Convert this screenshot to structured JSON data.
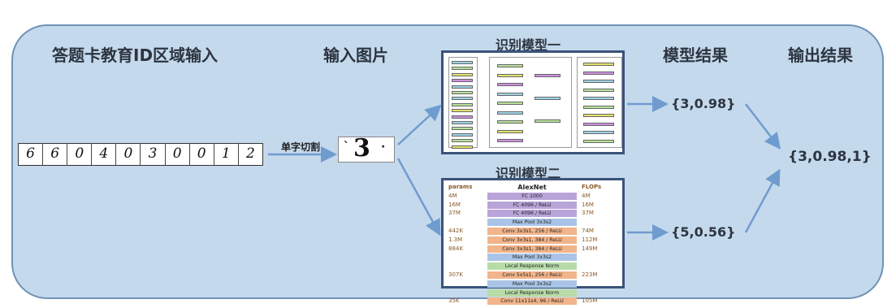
{
  "stages": {
    "input_title": "答题卡教育ID区域输入",
    "image_title": "输入图片",
    "model1_title": "识别模型一",
    "model2_title": "识别模型二",
    "model_result_title": "模型结果",
    "output_title": "输出结果"
  },
  "digit_strip": [
    "6",
    "6",
    "0",
    "4",
    "0",
    "3",
    "0",
    "0",
    "1",
    "2"
  ],
  "cut_label": "单字切割",
  "crop_digit": "3",
  "results": {
    "model1": "{3,0.98}",
    "model2": "{5,0.56}",
    "final": "{3,0.98,1}"
  },
  "alexnet": {
    "header": {
      "left": "params",
      "center": "AlexNet",
      "right": "FLOPs"
    },
    "rows": [
      {
        "left": "4M",
        "label": "FC 1000",
        "right": "4M",
        "color": "#b9a4d9"
      },
      {
        "left": "16M",
        "label": "FC 4096 / ReLU",
        "right": "16M",
        "color": "#b9a4d9"
      },
      {
        "left": "37M",
        "label": "FC 4096 / ReLU",
        "right": "37M",
        "color": "#b9a4d9"
      },
      {
        "left": "",
        "label": "Max Pool 3x3s2",
        "right": "",
        "color": "#a9c4e6"
      },
      {
        "left": "442K",
        "label": "Conv 3x3s1, 256 / ReLU",
        "right": "74M",
        "color": "#f2b48a"
      },
      {
        "left": "1.3M",
        "label": "Conv 3x3s1, 384 / ReLU",
        "right": "112M",
        "color": "#f2b48a"
      },
      {
        "left": "884K",
        "label": "Conv 3x3s1, 384 / ReLU",
        "right": "149M",
        "color": "#f2b48a"
      },
      {
        "left": "",
        "label": "Max Pool 3x3s2",
        "right": "",
        "color": "#a9c4e6"
      },
      {
        "left": "",
        "label": "Local Response Norm",
        "right": "",
        "color": "#b7dca8"
      },
      {
        "left": "307K",
        "label": "Conv 5x5s1, 256 / ReLU",
        "right": "223M",
        "color": "#f2b48a"
      },
      {
        "left": "",
        "label": "Max Pool 3x3s2",
        "right": "",
        "color": "#a9c4e6"
      },
      {
        "left": "",
        "label": "Local Response Norm",
        "right": "",
        "color": "#b7dca8"
      },
      {
        "left": "35K",
        "label": "Conv 11x11s4, 96 / ReLU",
        "right": "105M",
        "color": "#f2b48a"
      }
    ]
  },
  "colors": {
    "panel_fill": "#c5d9ec",
    "panel_border": "#6f93b7",
    "arrow": "#6f9ccf",
    "model_border": "#3b5379"
  }
}
